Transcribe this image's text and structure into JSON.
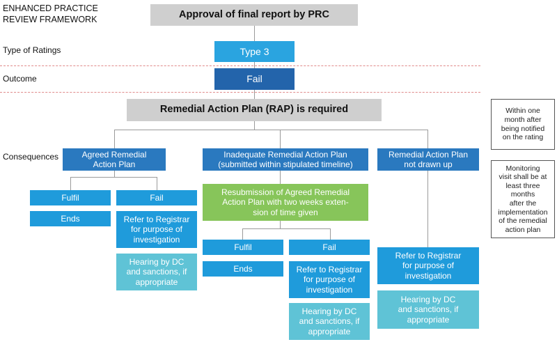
{
  "header": {
    "title_line1": "ENHANCED PRACTICE",
    "title_line2": "REVIEW FRAMEWORK"
  },
  "row_labels": {
    "ratings": "Type of Ratings",
    "outcome": "Outcome",
    "consequences": "Consequences"
  },
  "flow": {
    "approval": "Approval of final report by PRC",
    "type": "Type 3",
    "outcome": "Fail",
    "rap": "Remedial Action Plan (RAP) is required",
    "branch_agreed": "Agreed Remedial\nAction Plan",
    "branch_inadequate": "Inadequate Remedial Action Plan\n(submitted within stipulated timeline)",
    "branch_notdrawn": "Remedial Action Plan\nnot drawn up",
    "agreed_fulfil": "Fulfil",
    "agreed_fail": "Fail",
    "agreed_ends": "Ends",
    "agreed_refer": "Refer to Registrar\nfor purpose of\ninvestigation",
    "agreed_hearing": "Hearing by DC\nand sanctions, if\nappropriate",
    "resubmission": "Resubmission of Agreed Remedial\nAction Plan with two weeks exten-\nsion of time given",
    "inadequate_fulfil": "Fulfil",
    "inadequate_fail": "Fail",
    "inadequate_ends": "Ends",
    "inadequate_refer": "Refer to Registrar\nfor purpose of\ninvestigation",
    "inadequate_hearing": "Hearing by DC\nand sanctions, if\nappropriate",
    "notdrawn_refer": "Refer to Registrar\nfor purpose of\ninvestigation",
    "notdrawn_hearing": "Hearing by DC\nand sanctions, if\nappropriate"
  },
  "notes": {
    "within": "Within one\nmonth after\nbeing notified\non the rating",
    "monitoring": "Monitoring\nvisit shall be at\nleast three\nmonths\nafter the\nimplementation\nof the remedial\naction plan"
  }
}
